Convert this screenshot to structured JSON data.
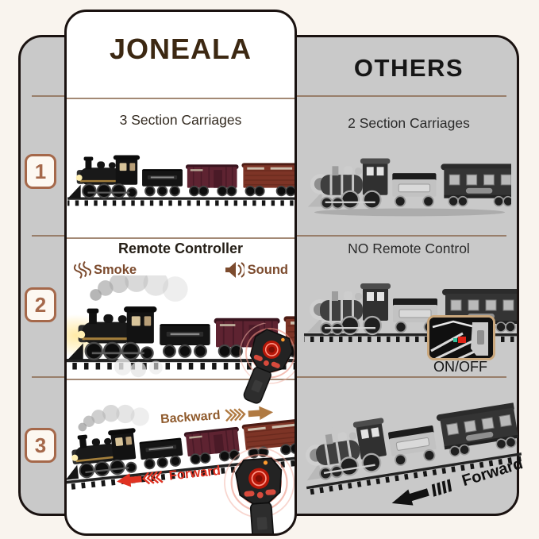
{
  "brand": {
    "logo_text": "JONEALA"
  },
  "competitor": {
    "title": "OTHERS"
  },
  "badges": [
    "1",
    "2",
    "3"
  ],
  "row1": {
    "left_label": "3 Section Carriages",
    "right_label": "2 Section Carriages"
  },
  "row2": {
    "left_title": "Remote Controller",
    "smoke_label": "Smoke",
    "sound_label": "Sound",
    "right_title": "NO Remote Control",
    "switch_label": "ON/OFF"
  },
  "row3": {
    "backward_label": "Backward",
    "forward_label": "Forward",
    "right_forward_label": "Forward"
  },
  "colors": {
    "page_bg": "#f9f4ee",
    "panel_gray": "#c9c9c9",
    "card_bg": "#ffffff",
    "outline_dark": "#1a1210",
    "divider_brown": "#8c6b52",
    "accent_brown": "#a5684a",
    "accent_red": "#e02417",
    "heading_text": "#1c1c1c"
  }
}
